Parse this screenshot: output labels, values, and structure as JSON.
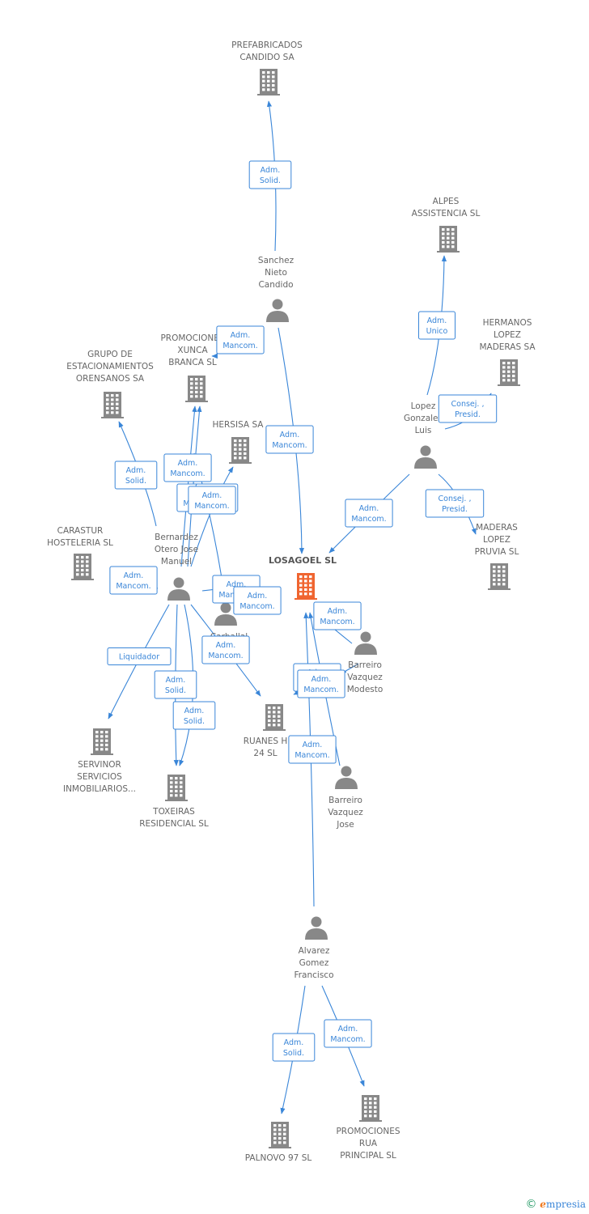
{
  "diagram": {
    "colors": {
      "edge": "#3a86d8",
      "company": "#888888",
      "focus": "#f06530",
      "person": "#888888",
      "label": "#666666"
    },
    "companies": [
      {
        "id": "prefabricados",
        "label": [
          "PREFABRICADOS",
          "CANDIDO SA"
        ]
      },
      {
        "id": "alpes",
        "label": [
          "ALPES",
          "ASSISTENCIA SL"
        ]
      },
      {
        "id": "hermanos",
        "label": [
          "HERMANOS",
          "LOPEZ",
          "MADERAS SA"
        ]
      },
      {
        "id": "promocionesxunca",
        "label": [
          "PROMOCIONES",
          "XUNCA",
          "BRANCA SL"
        ]
      },
      {
        "id": "grupo",
        "label": [
          "GRUPO DE",
          "ESTACIONAMIENTOS",
          "ORENSANOS SA"
        ]
      },
      {
        "id": "hersisa",
        "label": [
          "HERSISA SA"
        ]
      },
      {
        "id": "carastur",
        "label": [
          "CARASTUR",
          "HOSTELERIA SL"
        ]
      },
      {
        "id": "losagoel",
        "label": [
          "LOSAGOEL SL"
        ],
        "focus": true
      },
      {
        "id": "maderas",
        "label": [
          "MADERAS",
          "LOPEZ",
          "PRUVIA SL"
        ]
      },
      {
        "id": "ruanes",
        "label": [
          "RUANES H",
          "24 SL"
        ]
      },
      {
        "id": "servinor",
        "label": [
          "SERVINOR",
          "SERVICIOS",
          "INMOBILIARIOS..."
        ]
      },
      {
        "id": "toxeiras",
        "label": [
          "TOXEIRAS",
          "RESIDENCIAL SL"
        ]
      },
      {
        "id": "palnovo",
        "label": [
          "PALNOVO 97 SL"
        ]
      },
      {
        "id": "promocionesrua",
        "label": [
          "PROMOCIONES",
          "RUA",
          "PRINCIPAL SL"
        ]
      }
    ],
    "persons": [
      {
        "id": "sanchez",
        "label": [
          "Sanchez",
          "Nieto",
          "Candido"
        ]
      },
      {
        "id": "lopez",
        "label": [
          "Lopez",
          "Gonzalez",
          "Luis"
        ]
      },
      {
        "id": "bernardez",
        "label": [
          "Bernardez",
          "Otero Jose",
          "Manuel"
        ]
      },
      {
        "id": "carballal",
        "label": [
          "Carballal"
        ]
      },
      {
        "id": "barreiromodesto",
        "label": [
          "Barreiro",
          "Vazquez",
          "Modesto"
        ]
      },
      {
        "id": "barreirojose",
        "label": [
          "Barreiro",
          "Vazquez",
          "Jose"
        ]
      },
      {
        "id": "alvarez",
        "label": [
          "Alvarez",
          "Gomez",
          "Francisco"
        ]
      }
    ],
    "edges": [
      {
        "id": "e1",
        "role": [
          "Adm.",
          "Solid."
        ]
      },
      {
        "id": "e2",
        "role": [
          "Adm.",
          "Unico"
        ]
      },
      {
        "id": "e3",
        "role": [
          "Consej. ,",
          "Presid."
        ]
      },
      {
        "id": "e4",
        "role": [
          "Consej. ,",
          "Presid."
        ]
      },
      {
        "id": "e5",
        "role": [
          "Adm.",
          "Mancom."
        ]
      },
      {
        "id": "e6",
        "role": [
          "Adm.",
          "Mancom."
        ]
      },
      {
        "id": "e7",
        "role": [
          "Adm.",
          "Mancom."
        ]
      },
      {
        "id": "e8",
        "role": [
          "Adm.",
          "Solid."
        ]
      },
      {
        "id": "e9",
        "role": [
          "Adm.",
          "Mancom."
        ]
      },
      {
        "id": "e10",
        "role": [
          "Adm.",
          "Mancom."
        ]
      },
      {
        "id": "e11",
        "role": [
          "Adm.",
          "Solid."
        ]
      },
      {
        "id": "e12",
        "role": [
          "Adm.",
          "Mancom."
        ]
      },
      {
        "id": "e13",
        "role": [
          "Liquidador"
        ]
      },
      {
        "id": "e14",
        "role": [
          "Adm.",
          "Solid."
        ]
      },
      {
        "id": "e15",
        "role": [
          "Adm.",
          "Solid."
        ]
      },
      {
        "id": "e16",
        "role": [
          "Adm.",
          "Mancom."
        ]
      },
      {
        "id": "e17",
        "role": [
          "Adm.",
          "Mancom."
        ]
      },
      {
        "id": "e18",
        "role": [
          "Adm.",
          "Mancom."
        ]
      },
      {
        "id": "e19",
        "role": [
          "Adm.",
          "Mancom."
        ]
      },
      {
        "id": "e20",
        "role": [
          "Adm.",
          "Mancom."
        ]
      },
      {
        "id": "e21",
        "role": [
          "Adm.",
          "Mancom."
        ]
      },
      {
        "id": "e22",
        "role": [
          "Adm.",
          "Mancom."
        ]
      },
      {
        "id": "e23",
        "role": [
          "Adm.",
          "Mancom."
        ]
      },
      {
        "id": "e24",
        "role": [
          "Adm.",
          "Solid."
        ]
      },
      {
        "id": "e25",
        "role": [
          "Adm.",
          "Mancom."
        ]
      }
    ]
  },
  "footer": {
    "copyright": "©",
    "brand_initial": "e",
    "brand_rest": "mpresia"
  }
}
